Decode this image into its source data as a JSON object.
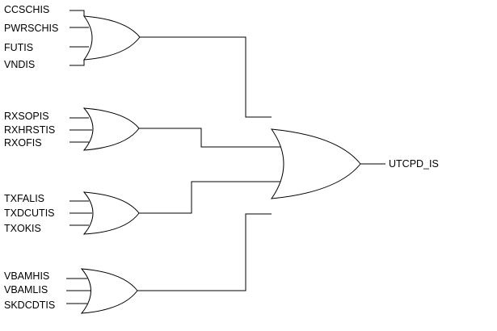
{
  "gates": [
    {
      "type": "OR",
      "inputs": [
        "CCSCHIS",
        "PWRSCHIS",
        "FUTIS",
        "VNDIS"
      ]
    },
    {
      "type": "OR",
      "inputs": [
        "RXSOPIS",
        "RXHRSTIS",
        "RXOFIS"
      ]
    },
    {
      "type": "OR",
      "inputs": [
        "TXFALIS",
        "TXDCUTIS",
        "TXOKIS"
      ]
    },
    {
      "type": "OR",
      "inputs": [
        "VBAMHIS",
        "VBAMLIS",
        "SKDCDTIS"
      ]
    }
  ],
  "final_gate": {
    "type": "OR",
    "output": "UTCPD_IS"
  }
}
